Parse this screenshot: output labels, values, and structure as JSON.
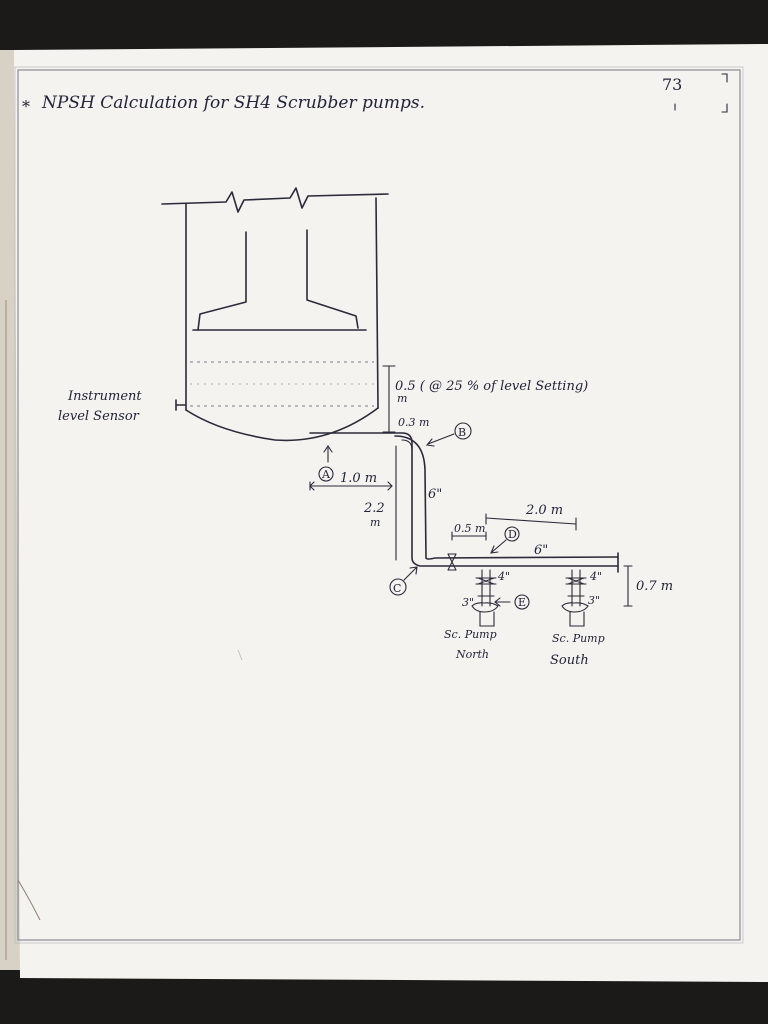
{
  "page_number": "73",
  "title": "NPSH Calculation for SH4 Scrubber pumps.",
  "title_marker": "*",
  "sensor_label_line1": "Instrument",
  "sensor_label_line2": "level Sensor",
  "dim_level": "0.5 ( @ 25 % of level Setting)",
  "dim_level_unit": "m",
  "dim_03": "0.3 m",
  "dim_10": "1.0 m",
  "dim_22": "2.2",
  "dim_22_unit": "m",
  "dim_05": "0.5 m",
  "dim_20": "2.0 m",
  "dim_07": "0.7 m",
  "pipe_6_vertical": "6\"",
  "pipe_6_horizontal": "6\"",
  "pipe_4_north": "4\"",
  "pipe_4_south": "4\"",
  "pipe_3_north": "3\"",
  "pipe_3_south": "3\"",
  "point_a": "A",
  "point_b": "B",
  "point_c": "C",
  "point_d": "D",
  "point_e": "E",
  "pump_north_line1": "Sc. Pump",
  "pump_north_line2": "North",
  "pump_south_line1": "Sc. Pump",
  "pump_south_line2": "South",
  "colors": {
    "paper": "#f4f3ef",
    "ink": "#2b2a3a",
    "border": "#8c8c96",
    "background": "#1c1a18"
  }
}
